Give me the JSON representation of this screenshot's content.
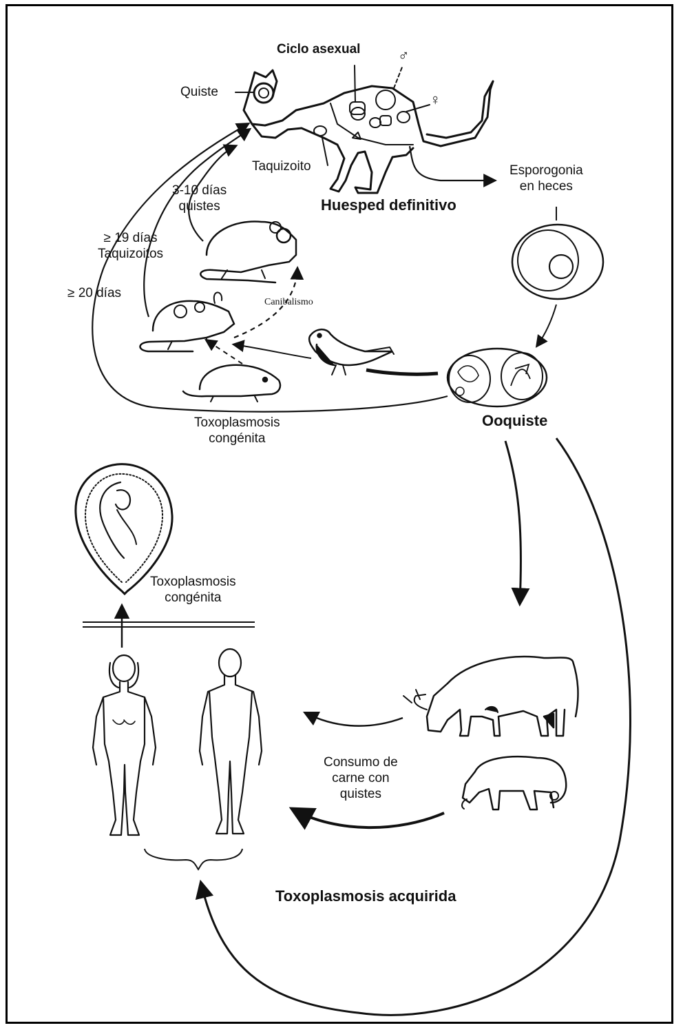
{
  "labels": {
    "ciclo_asexual": "Ciclo asexual",
    "male_symbol": "♂",
    "female_symbol": "♀",
    "quiste": "Quiste",
    "taquizoito": "Taquizoito",
    "esporogonia_line1": "Esporogonia",
    "esporogonia_line2": "en heces",
    "huesped_definitivo": "Huesped definitivo",
    "quistes_3_10_line1": "3-10 días",
    "quistes_3_10_line2": "quistes",
    "taquizoitos_19_line1": "≥ 19 días",
    "taquizoitos_19_line2": "Taquizoitos",
    "dias_20": "≥ 20 días",
    "canibalismo": "Canibalismo",
    "toxo_congenita_top_line1": "Toxoplasmosis",
    "toxo_congenita_top_line2": "congénita",
    "ooquiste": "Ooquiste",
    "toxo_congenita_mid_line1": "Toxoplasmosis",
    "toxo_congenita_mid_line2": "congénita",
    "consumo_line1": "Consumo de",
    "consumo_line2": "carne con",
    "consumo_line3": "quistes",
    "toxo_acquirida": "Toxoplasmosis acquirida"
  },
  "illustrations": [
    "cat-definitive-host",
    "mouse-with-cysts",
    "mouse-with-tachyzoites",
    "young-mouse",
    "bird",
    "sporulating-oocyst",
    "oocyst-with-sporozoites",
    "fetus-in-uterus",
    "woman-figure",
    "man-figure",
    "cow",
    "sheep"
  ],
  "colors": {
    "ink": "#111111",
    "background": "#ffffff"
  }
}
